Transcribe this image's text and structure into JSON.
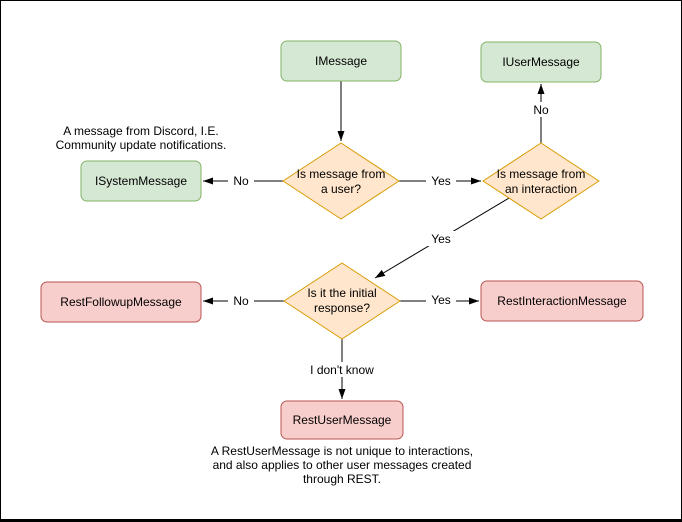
{
  "diagram": {
    "nodes": {
      "imessage": "IMessage",
      "iusermessage": "IUserMessage",
      "isystemmessage": "ISystemMessage",
      "restfollowupmessage": "RestFollowupMessage",
      "restinteractionmessage": "RestInteractionMessage",
      "restusermessage": "RestUserMessage"
    },
    "decisions": {
      "from_user": {
        "line1": "Is message from",
        "line2": "a user?"
      },
      "from_interaction": {
        "line1": "Is message from",
        "line2": "an interaction"
      },
      "initial_response": {
        "line1": "Is it the initial",
        "line2": "response?"
      }
    },
    "edge_labels": {
      "user_no": "No",
      "user_yes": "Yes",
      "interaction_no": "No",
      "interaction_yes": "Yes",
      "initial_no": "No",
      "initial_yes": "Yes",
      "initial_unknown": "I don't know"
    },
    "annotations": {
      "system_note": {
        "line1": "A message from Discord, I.E.",
        "line2": "Community update notifications."
      },
      "rest_note": {
        "line1": "A RestUserMessage is not unique to interactions,",
        "line2": "and also applies to other user messages created",
        "line3": "through REST."
      }
    },
    "colors": {
      "interface_fill": "#d5e8d4",
      "interface_stroke": "#82b366",
      "decision_fill": "#ffe6cc",
      "decision_stroke": "#d79b00",
      "rest_fill": "#f8cecc",
      "rest_stroke": "#b85450",
      "edge": "#000000",
      "text": "#000000",
      "background": "#ffffff",
      "frame_border": "#000000"
    }
  }
}
